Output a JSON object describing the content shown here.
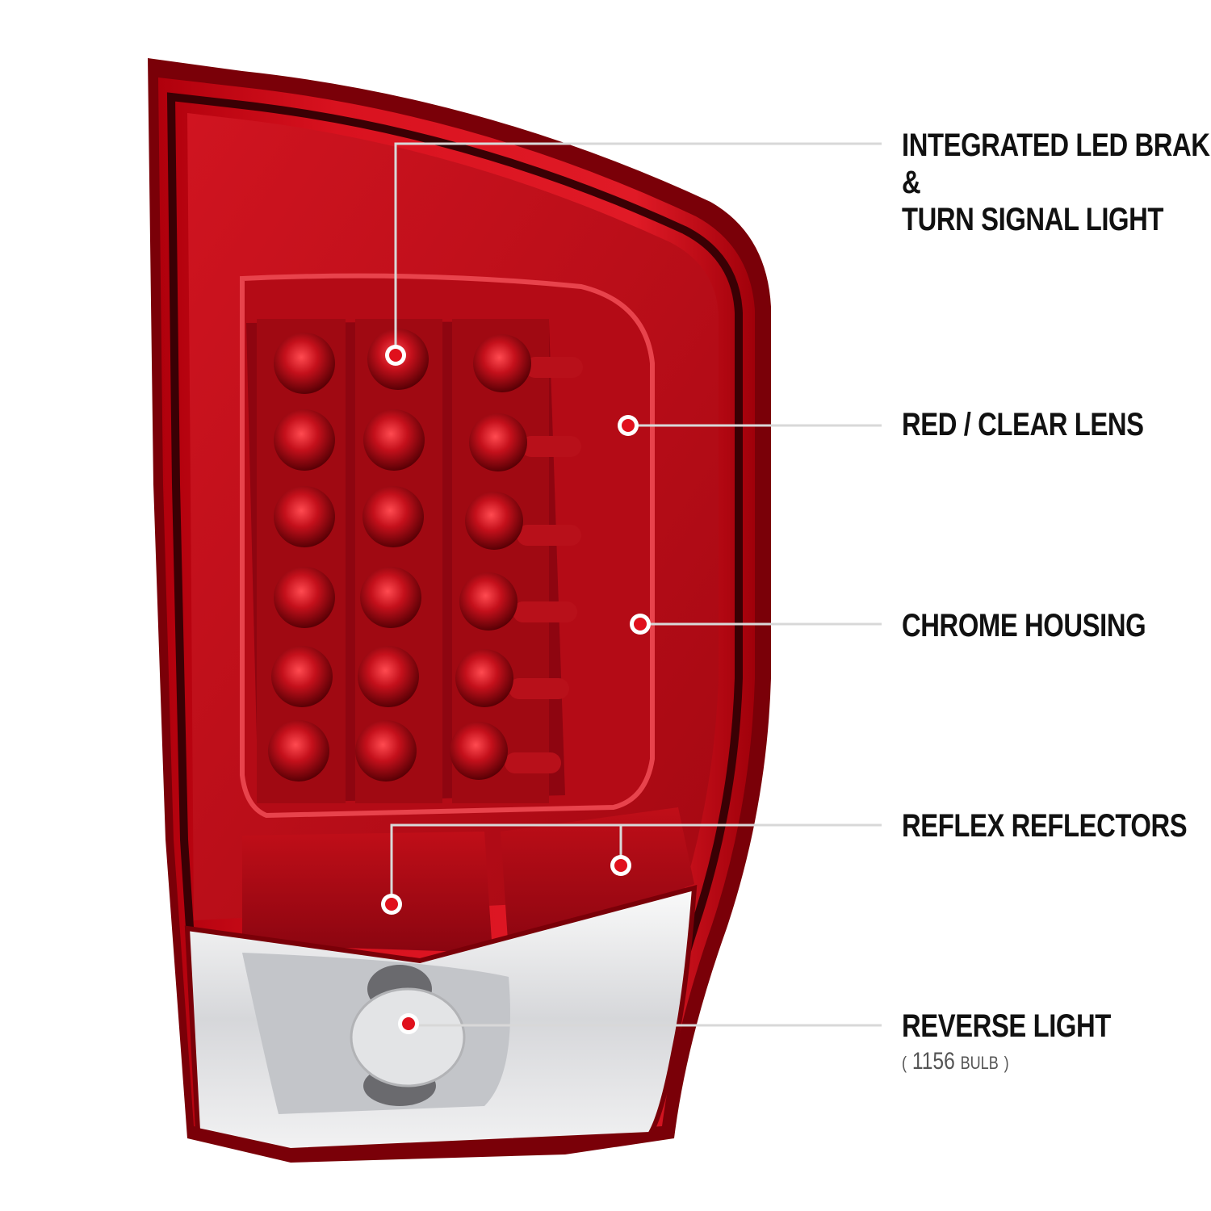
{
  "callouts": [
    {
      "id": "led",
      "lines": [
        "INTEGRATED LED BRAKE",
        "&",
        "TURN SIGNAL LIGHT"
      ]
    },
    {
      "id": "lens",
      "lines": [
        "RED / CLEAR LENS"
      ]
    },
    {
      "id": "housing",
      "lines": [
        "CHROME HOUSING"
      ]
    },
    {
      "id": "reflex",
      "lines": [
        "REFLEX REFLECTORS"
      ]
    },
    {
      "id": "reverse",
      "lines": [
        "REVERSE LIGHT"
      ],
      "note_open": "(",
      "note_number": "1156",
      "note_word": "BULB",
      "note_close": ")"
    }
  ],
  "colors": {
    "lens_red": "#c8101c",
    "dark_red": "#6e0008",
    "marker": "#e0101c",
    "leader_line": "#d8d8d8",
    "chrome": "#e8e8ea"
  },
  "icons": [
    "marker-dot-icon"
  ]
}
